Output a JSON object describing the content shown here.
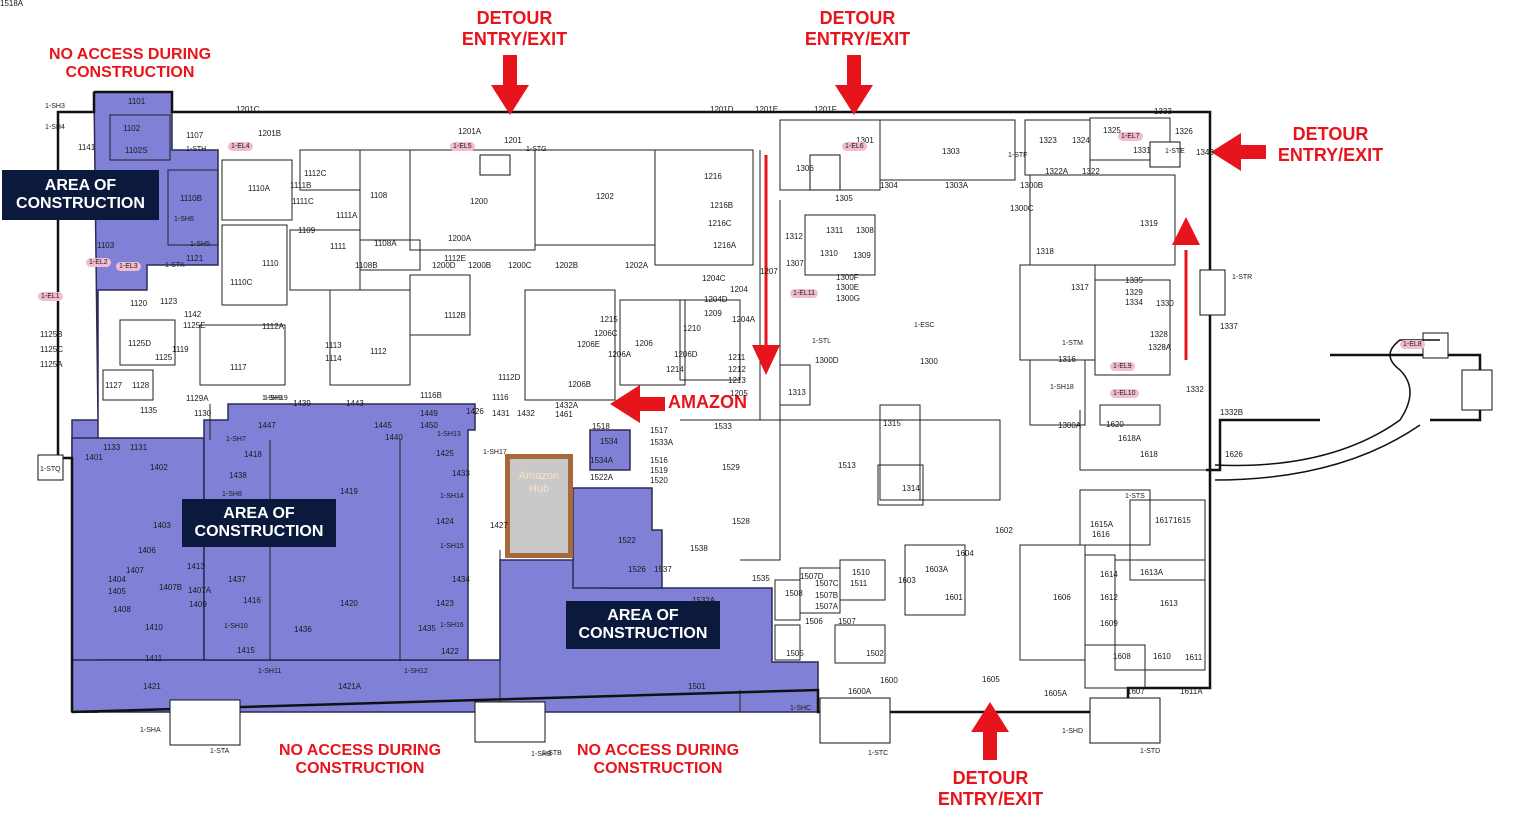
{
  "labels": {
    "no_access_top_left": [
      "NO ACCESS DURING",
      "CONSTRUCTION"
    ],
    "no_access_bottom_left": [
      "NO ACCESS DURING",
      "CONSTRUCTION"
    ],
    "no_access_bottom_mid": [
      "NO ACCESS DURING",
      "CONSTRUCTION"
    ],
    "detour_top_1": [
      "DETOUR",
      "ENTRY/EXIT"
    ],
    "detour_top_2": [
      "DETOUR",
      "ENTRY/EXIT"
    ],
    "detour_right": [
      "DETOUR",
      "ENTRY/EXIT"
    ],
    "detour_bottom": [
      "DETOUR",
      "ENTRY/EXIT"
    ],
    "amazon": "AMAZON",
    "construction_left": [
      "AREA OF",
      "CONSTRUCTION"
    ],
    "construction_center": [
      "AREA OF",
      "CONSTRUCTION"
    ],
    "construction_bottom": [
      "AREA OF",
      "CONSTRUCTION"
    ],
    "amazon_hub": [
      "Amazon",
      "Hub"
    ]
  },
  "rooms": [
    "1101",
    "1102",
    "1107",
    "1102S",
    "1141",
    "1110B",
    "1110A",
    "1111B",
    "1112C",
    "1108",
    "1200",
    "1201A",
    "1201",
    "1201B",
    "1201C",
    "1201D",
    "1201E",
    "1201F",
    "1216",
    "1216B",
    "1216C",
    "1216A",
    "1202",
    "1202B",
    "1202A",
    "1200A",
    "1200B",
    "1200C",
    "1200D",
    "1108A",
    "1108B",
    "1111A",
    "1111",
    "1109",
    "1111C",
    "1110",
    "1110C",
    "1121",
    "1103",
    "1120",
    "1123",
    "1125B",
    "1125C",
    "1125A",
    "1125D",
    "1125",
    "1127",
    "1128",
    "1119",
    "1117",
    "1112A",
    "1113",
    "1114",
    "1112",
    "1112E",
    "1112B",
    "1116",
    "1116B",
    "1129A",
    "1130",
    "1135",
    "1133",
    "1131",
    "1142",
    "1125E",
    "1204C",
    "1204D",
    "1204",
    "1204A",
    "1209",
    "1210",
    "1206",
    "1206E",
    "1206A",
    "1206B",
    "1206C",
    "1206D",
    "1215",
    "1214",
    "1211",
    "1212",
    "1213",
    "1205",
    "1207",
    "1112D",
    "1301",
    "1306",
    "1305",
    "1304",
    "1303",
    "1303A",
    "1300B",
    "1300C",
    "1311",
    "1308",
    "1310",
    "1309",
    "1312",
    "1307",
    "1300F",
    "1300E",
    "1300G",
    "1300",
    "1300D",
    "1313",
    "1315",
    "1314",
    "1513",
    "1533",
    "1529",
    "1528",
    "1538",
    "1533A",
    "1517",
    "1516",
    "1519",
    "1520",
    "1518",
    "1534",
    "1534A",
    "1522A",
    "1522",
    "1526",
    "1537",
    "1532A",
    "1535",
    "1507D",
    "1507C",
    "1507B",
    "1507A",
    "1507",
    "1510",
    "1511",
    "1506",
    "1505",
    "1502",
    "1501",
    "1508",
    "1323",
    "1324",
    "1325",
    "1331",
    "1326",
    "1343",
    "1333",
    "1322A",
    "1322",
    "1319",
    "1318",
    "1317",
    "1335",
    "1329",
    "1334",
    "1330",
    "1328",
    "1328A",
    "1316",
    "1332",
    "1332B",
    "1337",
    "1300A",
    "1620",
    "1618A",
    "1618",
    "1626",
    "1602",
    "1604",
    "1603A",
    "1603",
    "1601",
    "1600",
    "1600A",
    "1605",
    "1605A",
    "1606",
    "1614",
    "1612",
    "1609",
    "1608",
    "1610",
    "1611",
    "1607",
    "1611A",
    "1613",
    "1613A",
    "1615",
    "1615A",
    "1616",
    "1617",
    "1401",
    "1402",
    "1403",
    "1404",
    "1405",
    "1406",
    "1407",
    "1407A",
    "1407B",
    "1408",
    "1409",
    "1410",
    "1411",
    "1413",
    "1415",
    "1416",
    "1418",
    "1419",
    "1420",
    "1421",
    "1421A",
    "1422",
    "1423",
    "1424",
    "1425",
    "1426",
    "1427",
    "1431",
    "1432",
    "1432A",
    "1433",
    "1434",
    "1435",
    "1436",
    "1437",
    "1438",
    "1439",
    "1440",
    "1443",
    "1445",
    "1447",
    "1449",
    "1450",
    "1461",
    "1518A"
  ],
  "tags": [
    "1-EL1",
    "1-EL2",
    "1-EL3",
    "1-EL4",
    "1-EL5",
    "1-EL6",
    "1-EL7",
    "1-EL8",
    "1-EL9",
    "1-EL10",
    "1-EL11"
  ],
  "shafts": [
    "1-SH3",
    "1-SH4",
    "1-SH5",
    "1-SH6",
    "1-SH7",
    "1-SH8",
    "1-SH9",
    "1-SH10",
    "1-SH11",
    "1-SH12",
    "1-SH13",
    "1-SH14",
    "1-SH15",
    "1-SH16",
    "1-SH17",
    "1-SH18",
    "1-SH19",
    "1-SHA",
    "1-SHB",
    "1-SHC",
    "1-SHD",
    "1-STA",
    "1-STB",
    "1-STC",
    "1-STD",
    "1-STE",
    "1-STF",
    "1-STG",
    "1-STH",
    "1-STK",
    "1-STL",
    "1-STM",
    "1-STQ",
    "1-STR",
    "1-STS",
    "1-ESC"
  ],
  "colors": {
    "construction": "#7f80d6",
    "detour": "#e8141b",
    "banner": "#0b1a3c",
    "tag": "#f4bcd0",
    "hub": "#a8693a"
  }
}
